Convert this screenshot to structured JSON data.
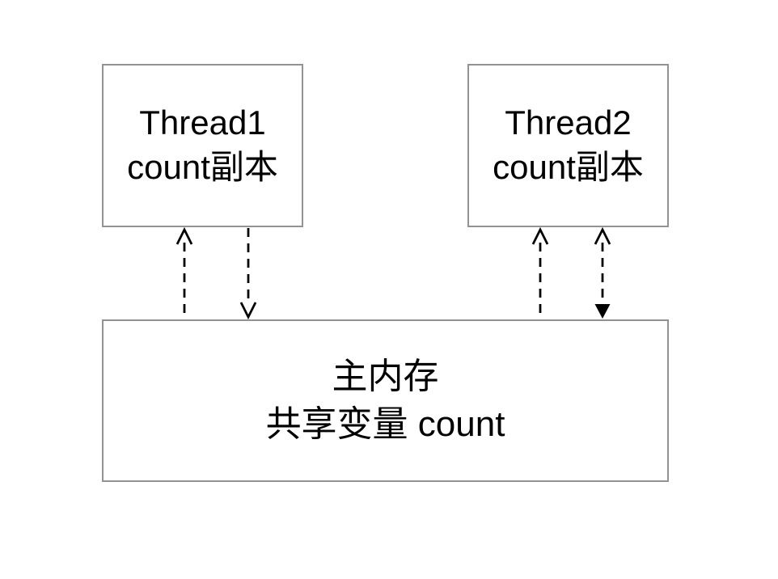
{
  "colors": {
    "background": "#ffffff",
    "box_border": "#929292",
    "text": "#000000",
    "arrow": "#000000"
  },
  "boxes": {
    "thread1": {
      "line1": "Thread1",
      "line2": "count副本"
    },
    "thread2": {
      "line1": "Thread2",
      "line2": "count副本"
    },
    "main_memory": {
      "line1": "主内存",
      "line2": "共享变量 count"
    }
  },
  "arrows": [
    {
      "id": "thread1-left",
      "style": "dashed",
      "direction": "up"
    },
    {
      "id": "thread1-right",
      "style": "dashed",
      "direction": "down"
    },
    {
      "id": "thread2-left",
      "style": "dashed",
      "direction": "up"
    },
    {
      "id": "thread2-right",
      "style": "dashed",
      "direction": "up-and-down"
    }
  ]
}
